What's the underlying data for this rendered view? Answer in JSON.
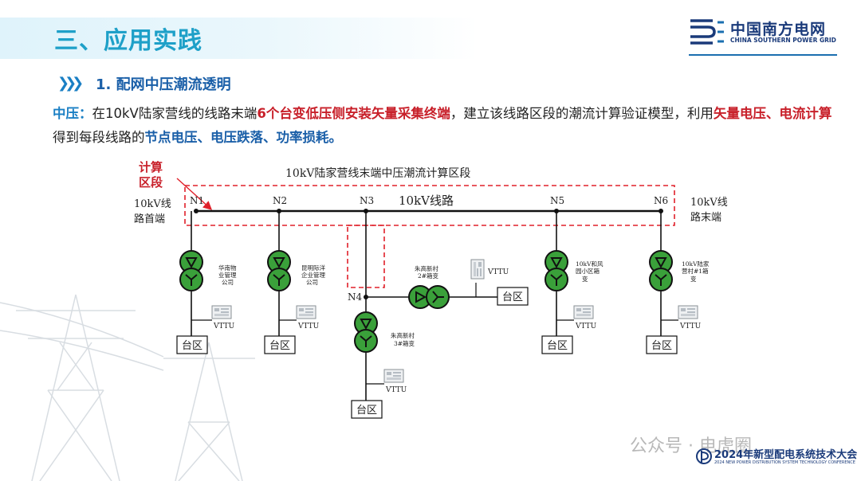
{
  "header": {
    "title": "三、应用实践",
    "logo_cn": "中国南方电网",
    "logo_en": "CHINA SOUTHERN POWER GRID",
    "subtitle": "1. 配网中压潮流透明"
  },
  "paragraph": {
    "lead": "中压",
    "colon": "：",
    "t1": "在10kV陆家营线的线路末端",
    "h1": "6个台变低压侧安装矢量采集终端",
    "t2": "，建立该线路区段的潮流计算验证模型，利用",
    "h2": "矢量电压、电流计算",
    "t3": "得到每段线路的",
    "h3": "节点电压、电压跌落、功率损耗。"
  },
  "diagram": {
    "calc_label_1": "计算",
    "calc_label_2": "区段",
    "section_title": "10kV陆家营线末端中压潮流计算区段",
    "line_label": "10kV线路",
    "start_1": "10kV线",
    "start_2": "路首端",
    "end_1": "10kV线",
    "end_2": "路末端",
    "nodes": [
      "N1",
      "N2",
      "N3",
      "N4",
      "N5",
      "N6"
    ],
    "vttu": "VTTU",
    "taiqu": "台区",
    "t_huanan": [
      "华南物",
      "业管理",
      "公司"
    ],
    "t_kunming": [
      "昆明际洋",
      "企业管理",
      "公司"
    ],
    "t_zhugao2": [
      "朱高新村",
      "2#箱变"
    ],
    "t_zhugao3": [
      "朱高新村",
      "3#箱变"
    ],
    "t_hefeng": [
      "10kV和风",
      "园小区箱",
      "变"
    ],
    "t_lujia": [
      "10kV陆家",
      "营村#1箱",
      "变"
    ],
    "colors": {
      "transformer_fill": "#3aa03a",
      "dashed_box": "#e0202a",
      "line": "#111111"
    }
  },
  "footer": {
    "watermark": "公众号 · 电虎圈",
    "event_cn": "2024年新型配电系统技术大会",
    "event_en": "2024 NEW POWER DISTRIBUTION SYSTEM TECHNOLOGY CONFERENCE"
  }
}
